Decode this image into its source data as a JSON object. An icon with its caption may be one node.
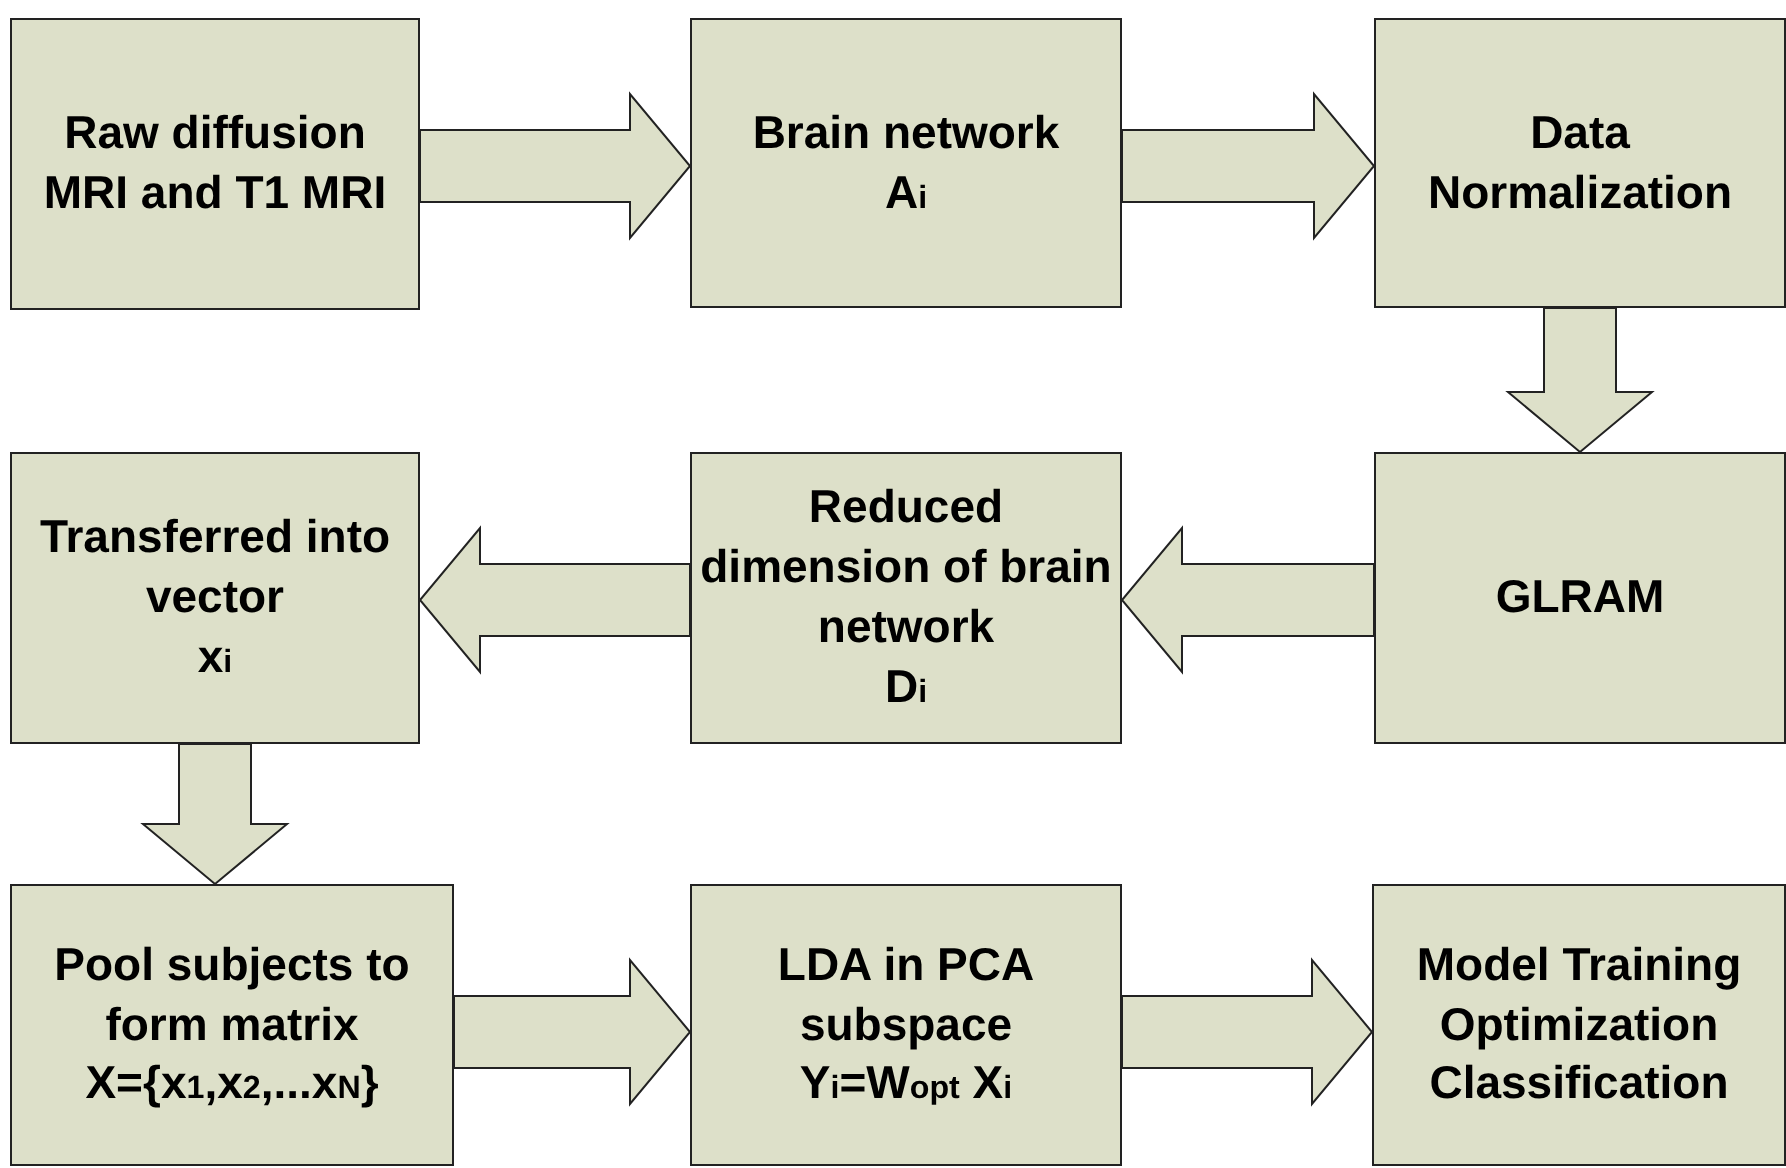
{
  "diagram": {
    "nodes": [
      {
        "text": [
          "Raw diffusion MRI and T1 MRI"
        ]
      },
      {
        "text": [
          "Brain network",
          "A$_{i}$"
        ]
      },
      {
        "text": [
          "Data Normalization"
        ]
      },
      {
        "text": [
          "GLRAM"
        ]
      },
      {
        "text": [
          "Reduced dimension of brain network",
          "D$_{i}$"
        ]
      },
      {
        "text": [
          "Transferred into vector",
          "x$_{i}$"
        ]
      },
      {
        "text": [
          "Pool subjects to form matrix",
          "X={x$_{1}$,x$_{2}$,...x$_{N}$}"
        ]
      },
      {
        "text": [
          "LDA in PCA subspace",
          "Y$_{i}$=W$_{opt}$ X$_{i}$"
        ]
      },
      {
        "text": [
          "Model Training Optimization Classification"
        ]
      }
    ],
    "edges": [
      {
        "from": 0,
        "to": 1,
        "arrow": "to"
      },
      {
        "from": 1,
        "to": 2,
        "arrow": "to"
      },
      {
        "from": 2,
        "to": 3,
        "arrow": "to"
      },
      {
        "from": 3,
        "to": 4,
        "arrow": "to"
      },
      {
        "from": 4,
        "to": 5,
        "arrow": "to"
      },
      {
        "from": 5,
        "to": 6,
        "arrow": "to"
      },
      {
        "from": 6,
        "to": 7,
        "arrow": "to"
      },
      {
        "from": 7,
        "to": 8,
        "arrow": "to"
      }
    ]
  }
}
